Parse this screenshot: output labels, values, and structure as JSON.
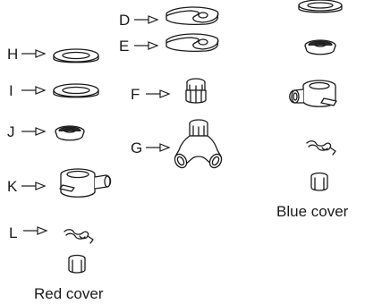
{
  "labels": {
    "D": "D",
    "E": "E",
    "F": "F",
    "G": "G",
    "H": "H",
    "I": "I",
    "J": "J",
    "K": "K",
    "L": "L"
  },
  "captions": {
    "blue_cover": "Blue cover",
    "red_cover": "Red cover"
  }
}
